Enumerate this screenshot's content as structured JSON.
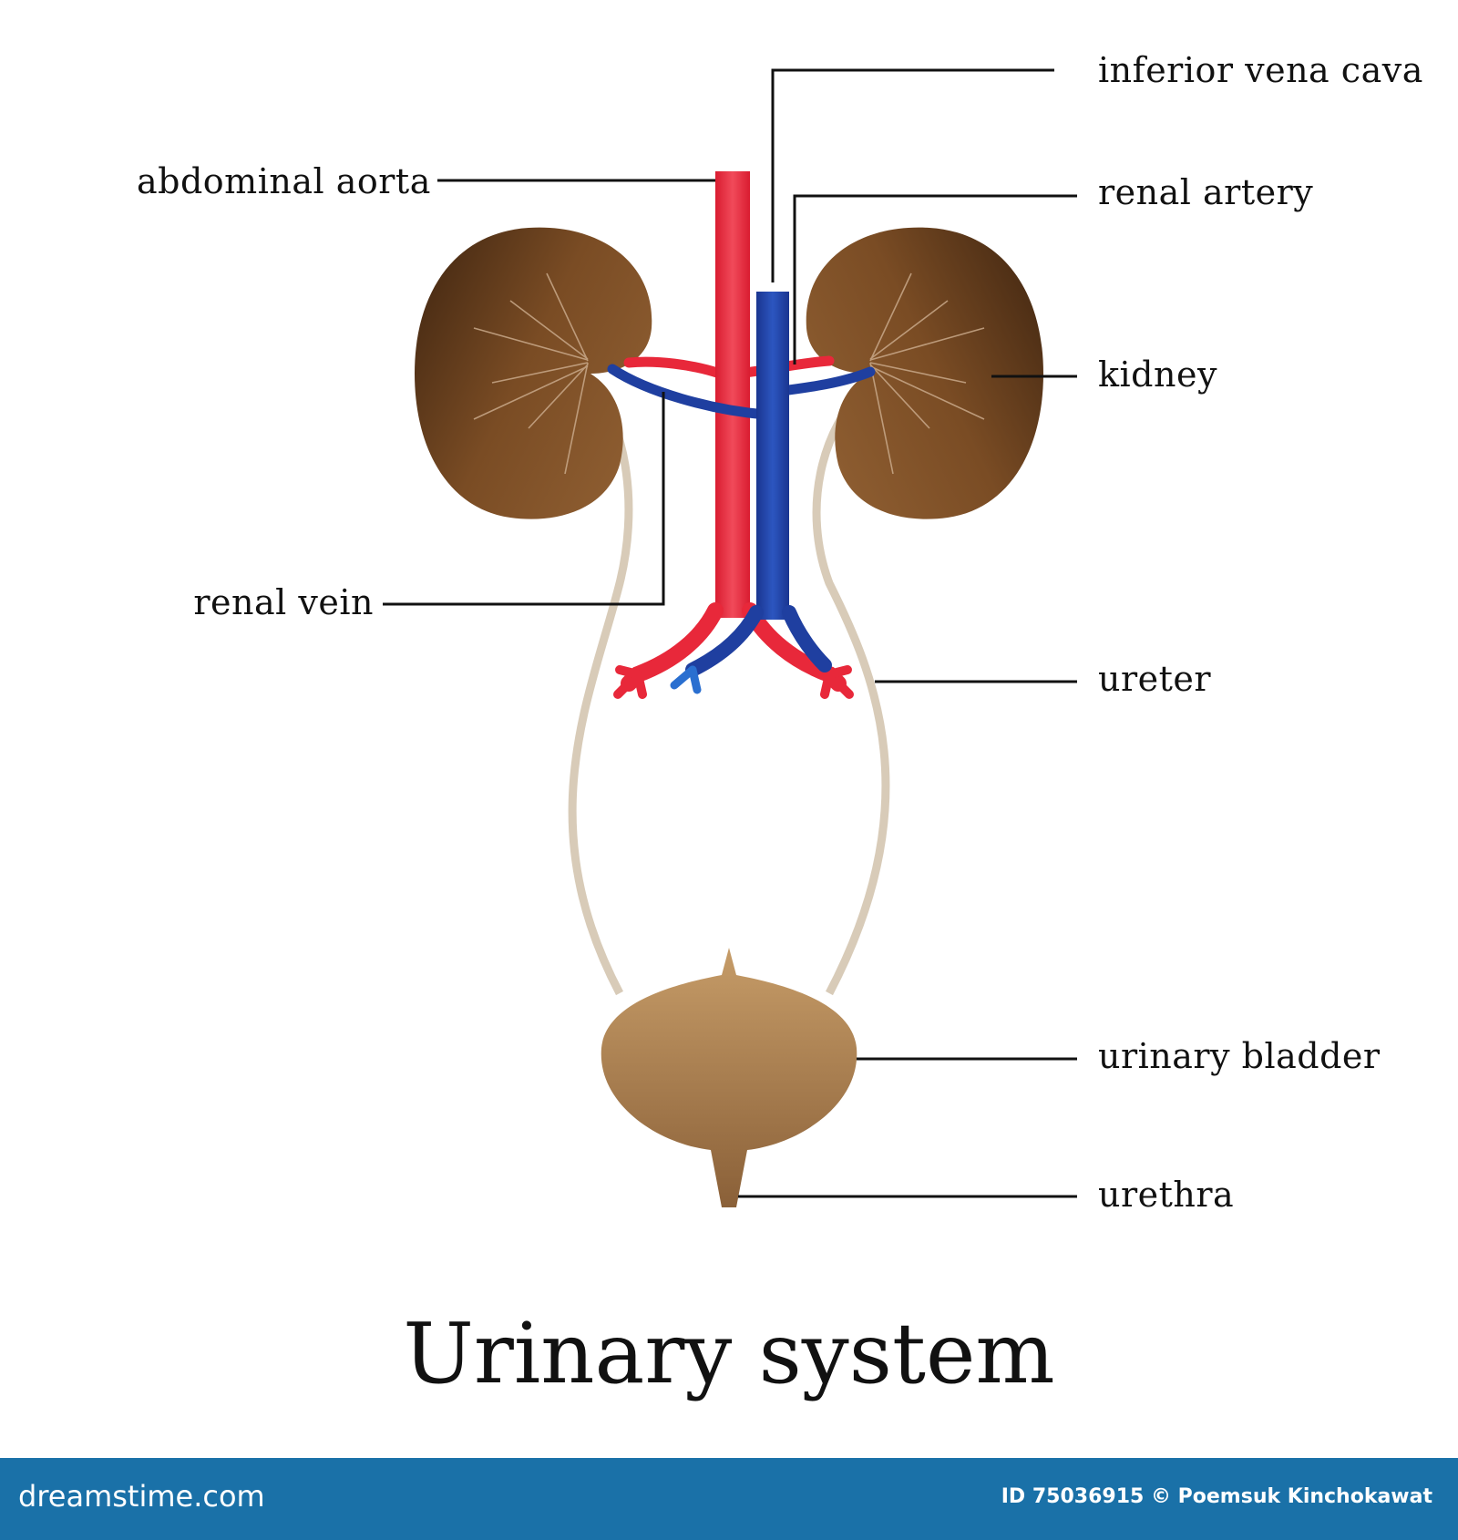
{
  "title": "Urinary system",
  "labels": {
    "inferior_vena_cava": "inferior vena cava",
    "abdominal_aorta": "abdominal aorta",
    "renal_artery": "renal artery",
    "kidney": "kidney",
    "renal_vein": "renal vein",
    "ureter": "ureter",
    "urinary_bladder": "urinary bladder",
    "urethra": "urethra"
  },
  "footer": {
    "brand": "dreamstime.com",
    "credit": "ID 75036915 © Poemsuk Kinchokawat"
  },
  "colors": {
    "artery": "#e8283a",
    "vein": "#1f3fa0",
    "kidney_dark": "#5a3a18",
    "kidney_light": "#8a5a30",
    "ureter": "#d8cbb8",
    "bladder_top": "#c49a66",
    "bladder_bottom": "#8a6038",
    "footer_bg": "#1a71a8"
  }
}
